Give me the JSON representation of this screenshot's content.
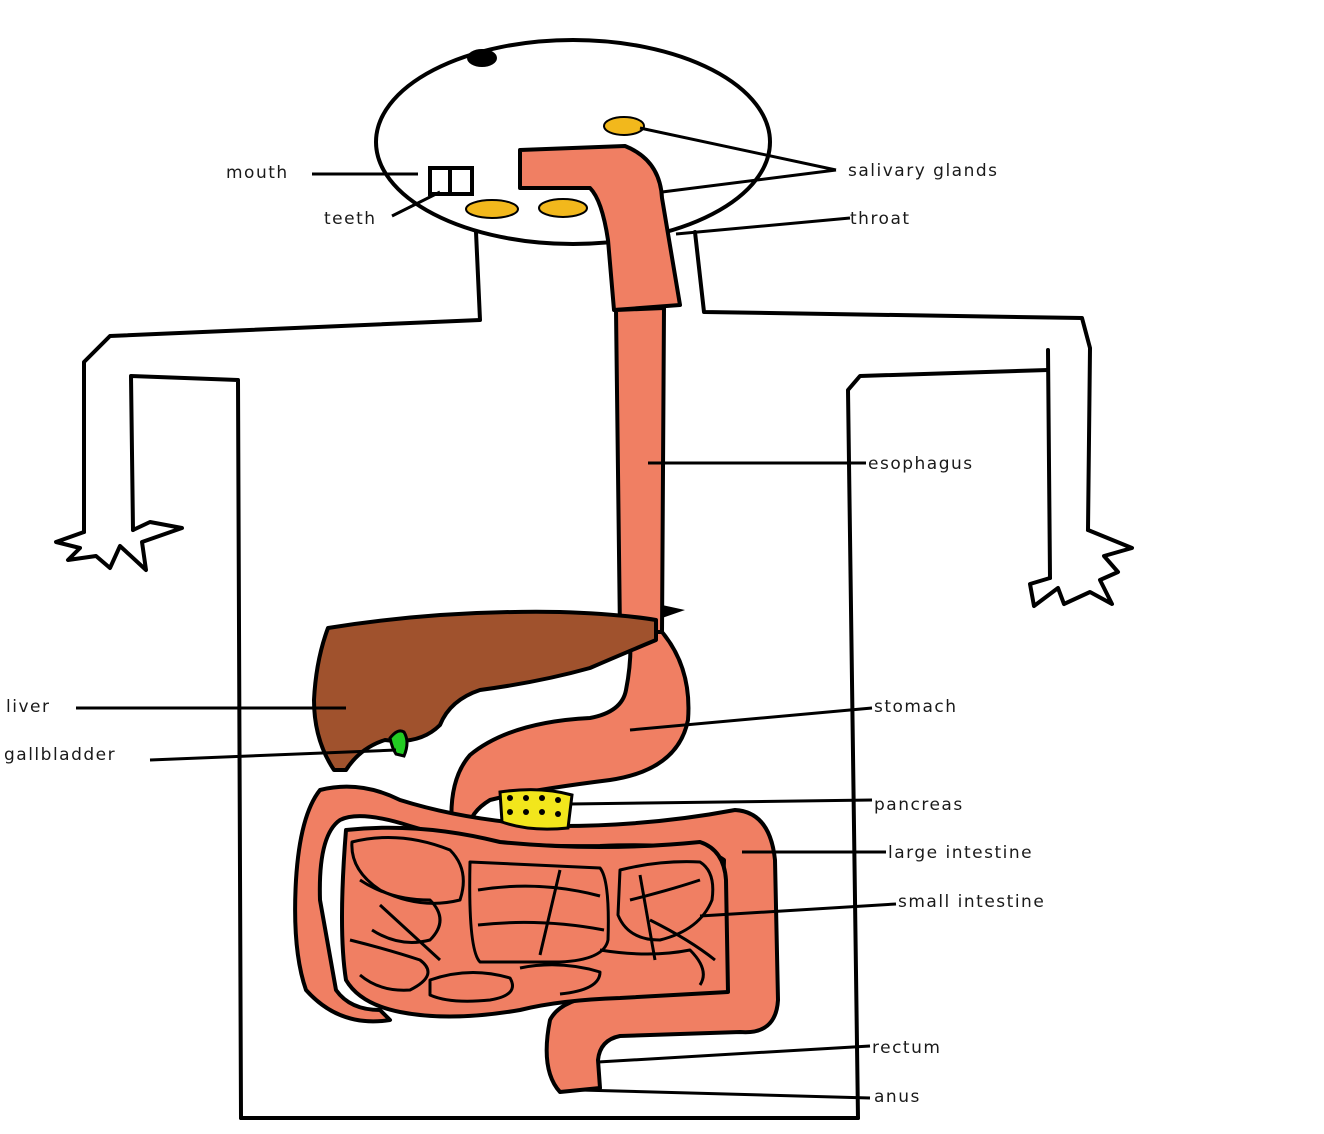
{
  "labels": {
    "mouth": "mouth",
    "teeth": "teeth",
    "salivary_glands": "salivary glands",
    "throat": "throat",
    "esophagus": "esophagus",
    "liver": "liver",
    "gallbladder": "gallbladder",
    "stomach": "stomach",
    "pancreas": "pancreas",
    "large_intestine": "large intestine",
    "small_intestine": "small intestine",
    "rectum": "rectum",
    "anus": "anus"
  },
  "colors": {
    "background": "#ffffff",
    "outline": "#000000",
    "digestive_tract": "#f07f63",
    "liver": "#a0522d",
    "gallbladder": "#22cc22",
    "salivary_glands": "#f2b81c",
    "pancreas": "#f2e61c"
  }
}
